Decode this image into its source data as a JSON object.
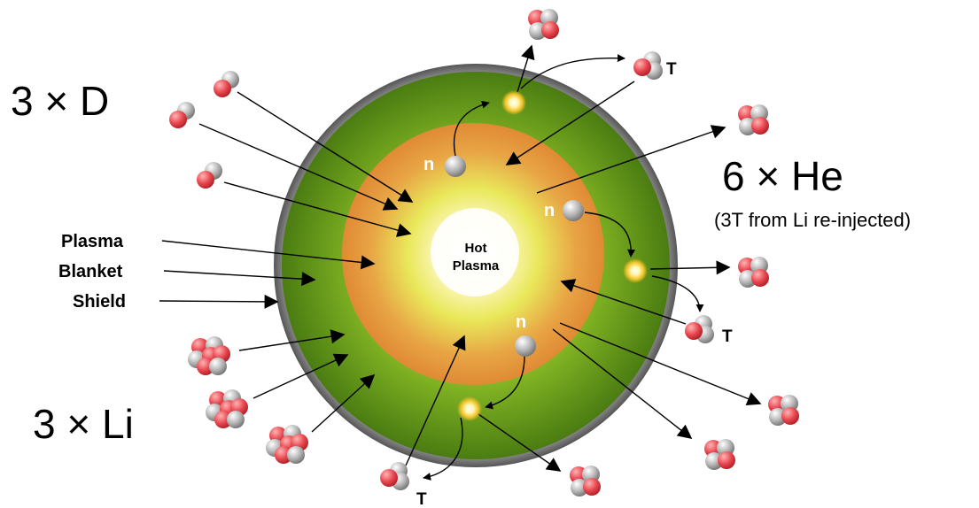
{
  "reactants": {
    "deuterium_label": "3 × D",
    "lithium_label": "3 × Li"
  },
  "products": {
    "helium_label": "6 × He",
    "helium_note": "(3T from Li re-injected)"
  },
  "layers": {
    "plasma": "Plasma",
    "blanket": "Blanket",
    "shield": "Shield"
  },
  "core": {
    "line1": "Hot",
    "line2": "Plasma"
  },
  "neutron_label": "n",
  "tritium_label": "T",
  "colors": {
    "proton": "#e8474f",
    "neutron": "#a9a9a9",
    "shield": "#8c8c8c",
    "blanket": "#5f8f1c",
    "plasma_outer": "#e89a3a",
    "core": "#ffffff"
  }
}
